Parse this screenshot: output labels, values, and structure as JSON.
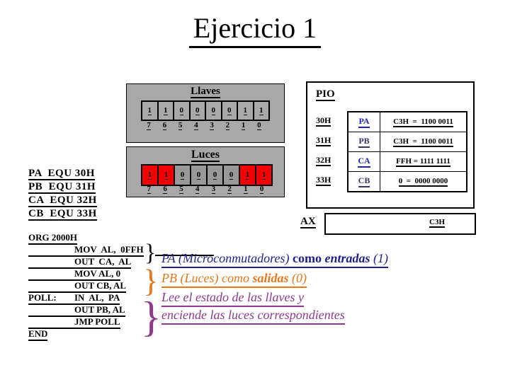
{
  "title": "Ejercicio 1",
  "llaves": {
    "label": "Llaves",
    "bits": [
      "1",
      "1",
      "0",
      "0",
      "0",
      "0",
      "1",
      "1"
    ],
    "indices": [
      "7",
      "6",
      "5",
      "4",
      "3",
      "2",
      "1",
      "0"
    ]
  },
  "luces": {
    "label": "Luces",
    "bits": [
      "1",
      "1",
      "0",
      "0",
      "0",
      "0",
      "1",
      "1"
    ],
    "indices": [
      "7",
      "6",
      "5",
      "4",
      "3",
      "2",
      "1",
      "0"
    ]
  },
  "pio": {
    "label": "PIO",
    "rows": [
      {
        "address": "30H",
        "port": "PA",
        "value": "C3H  =  1100 0011"
      },
      {
        "address": "31H",
        "port": "PB",
        "value": "C3H  =  1100 0011"
      },
      {
        "address": "32H",
        "port": "CA",
        "value": "FFH = 1111 1111"
      },
      {
        "address": "33H",
        "port": "CB",
        "value": "0  =  0000 0000"
      }
    ]
  },
  "equates": {
    "lines": [
      "PA  EQU 30H",
      "PB  EQU 31H",
      "CA  EQU 32H",
      "CB  EQU 33H"
    ]
  },
  "ax": {
    "label": "AX",
    "value": "C3H"
  },
  "code": {
    "lines": [
      {
        "label": "",
        "text": "ORG 2000H"
      },
      {
        "label": "",
        "text": "MOV  AL,  0FFH"
      },
      {
        "label": "",
        "text": "OUT  CA,  AL"
      },
      {
        "label": "",
        "text": "MOV AL, 0"
      },
      {
        "label": "",
        "text": "OUT CB, AL"
      },
      {
        "label": "POLL:",
        "text": "IN  AL,  PA"
      },
      {
        "label": "",
        "text": "OUT PB, AL"
      },
      {
        "label": "",
        "text": "JMP POLL"
      },
      {
        "label": "",
        "text": "END"
      }
    ]
  },
  "braces": {
    "glyph": "}"
  },
  "annotations": {
    "pa": {
      "part1": "PA (Microconmutadores) ",
      "part2": "como ",
      "part3": "entradas",
      "part4": " (1)"
    },
    "pb": {
      "part1": "PB (Luces) como ",
      "part2": "salidas",
      "part3": " (0)"
    },
    "poll": {
      "line1": "Lee el estado de las llaves y",
      "line2": "enciende las luces correspondientes"
    }
  },
  "colors": {
    "box_gray": "#a8a8a8",
    "light_off_gray": "#999999",
    "light_on_red": "#f40000",
    "port_blue": "#1f1fb4",
    "port_navy": "#333366",
    "annotation_navy": "#1f1f8c",
    "annotation_orange": "#e8761b",
    "annotation_purple": "#8c3a8c"
  }
}
